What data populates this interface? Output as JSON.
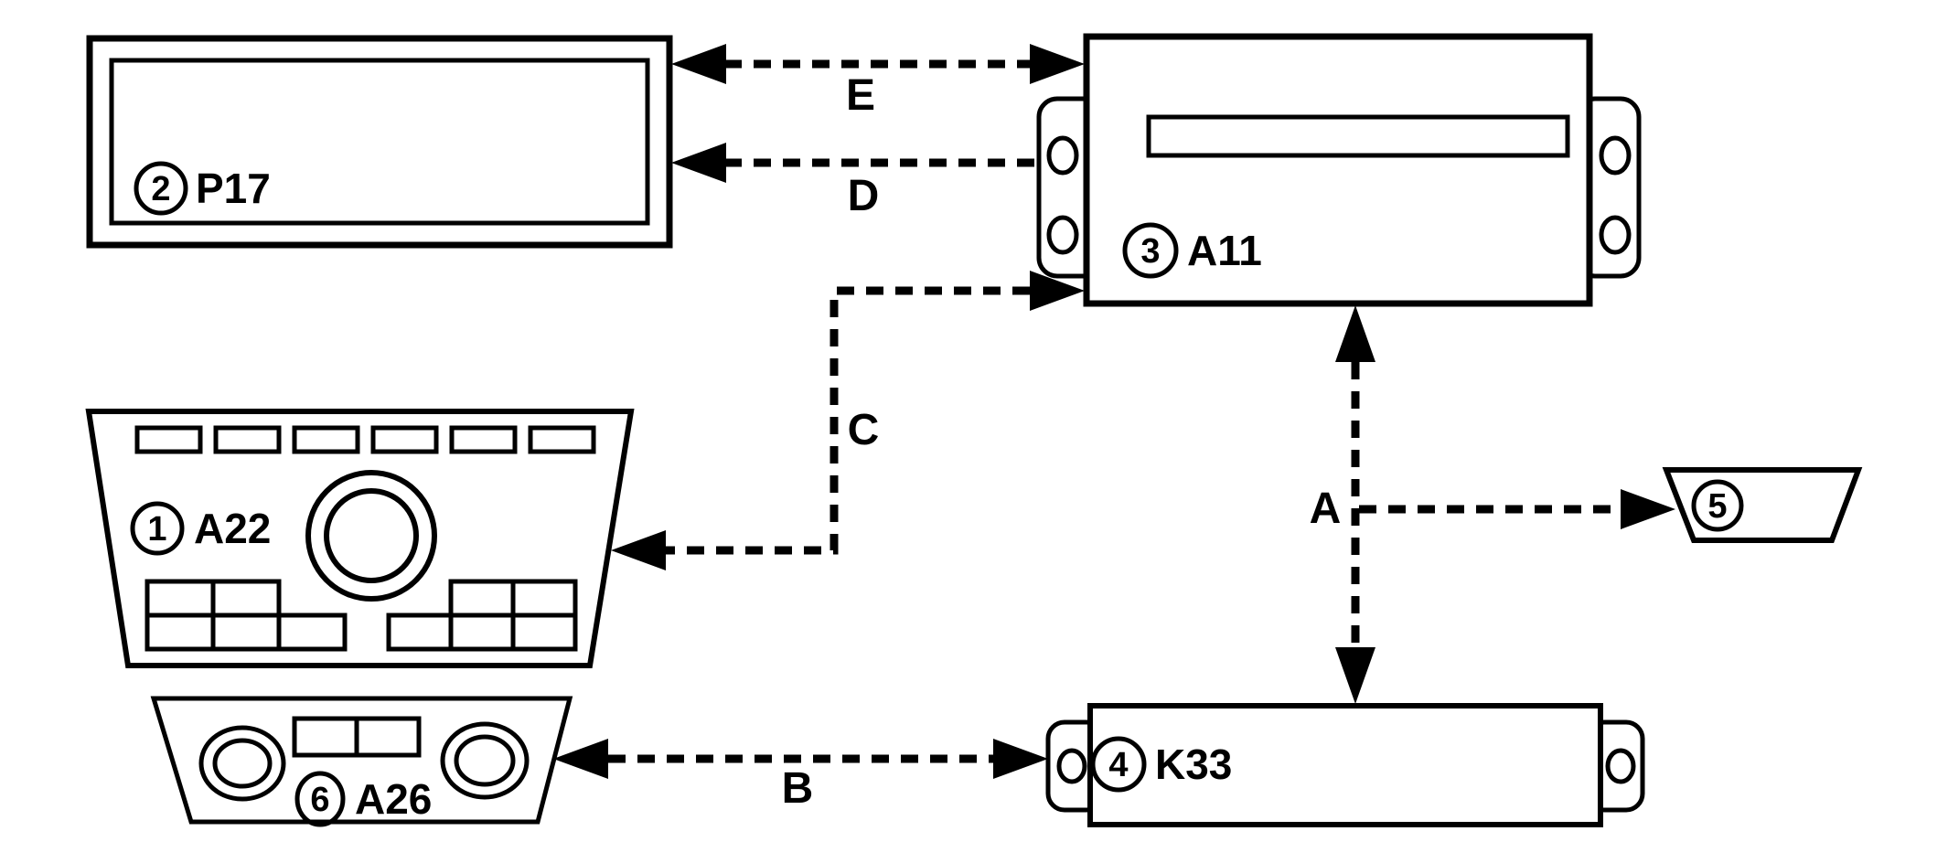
{
  "diagram": {
    "background_color": "#ffffff",
    "line_color": "#000000",
    "components": {
      "a22": {
        "number": "1",
        "code": "A22"
      },
      "p17": {
        "number": "2",
        "code": "P17"
      },
      "a11": {
        "number": "3",
        "code": "A11"
      },
      "k33": {
        "number": "4",
        "code": "K33"
      },
      "item5": {
        "number": "5"
      },
      "a26": {
        "number": "6",
        "code": "A26"
      }
    },
    "connections": {
      "a": {
        "label": "A"
      },
      "b": {
        "label": "B"
      },
      "c": {
        "label": "C"
      },
      "d": {
        "label": "D"
      },
      "e": {
        "label": "E"
      }
    }
  }
}
